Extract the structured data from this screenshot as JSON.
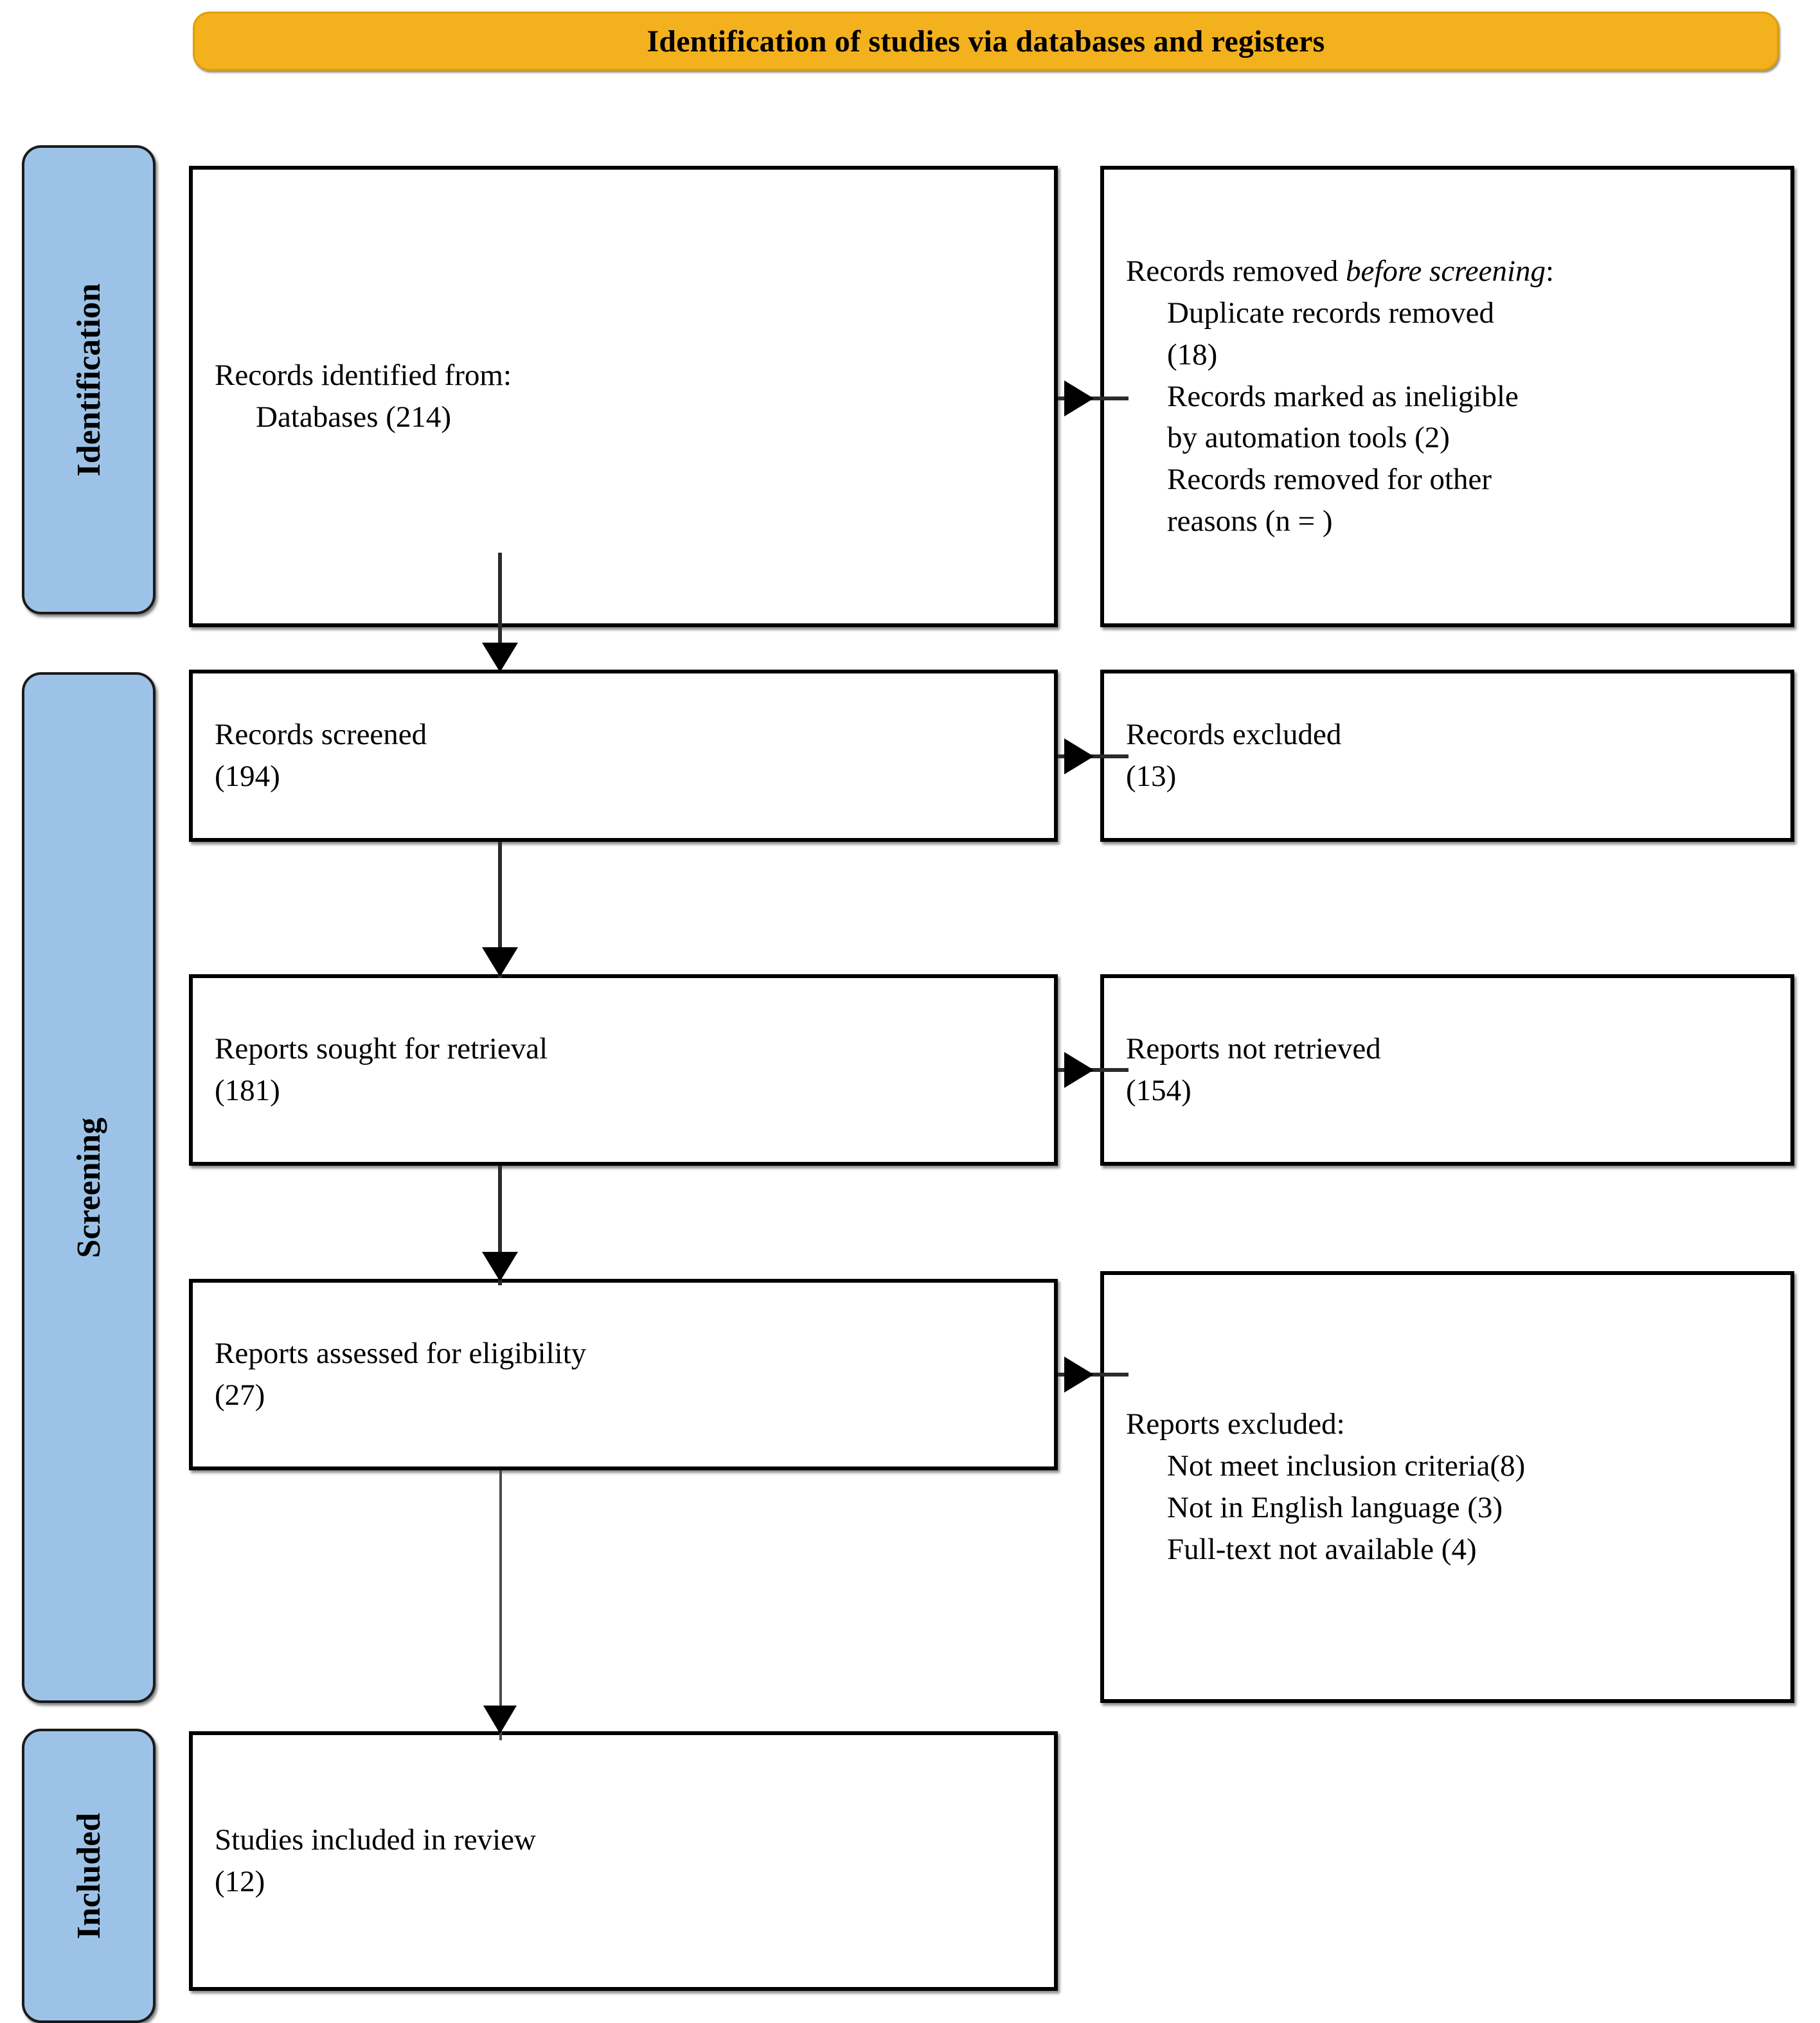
{
  "diagram": {
    "title": "Identification of studies via databases and registers",
    "colors": {
      "banner": "#F4B11E",
      "stage_label": "#9CC3E7",
      "box_border": "#000000",
      "connector": "#2b2b2b"
    }
  },
  "stages": [
    {
      "label": "Identification"
    },
    {
      "label": "Screening"
    },
    {
      "label": "Included"
    }
  ],
  "boxes": {
    "identified": {
      "line1": "Records identified from:",
      "line2": "Databases (214)"
    },
    "removed_before_screening": {
      "line1_prefix": "Records removed ",
      "line1_italic": "before screening",
      "line1_suffix": ":",
      "line2": "Duplicate records removed",
      "line3": "(18)",
      "line4": "Records marked as ineligible",
      "line5": "by automation tools (2)",
      "line6": "Records removed for other",
      "line7": "reasons (n = )"
    },
    "records_screened": {
      "line1": "Records screened",
      "line2": "(194)"
    },
    "records_excluded": {
      "line1": "Records excluded",
      "line2": "(13)"
    },
    "reports_sought": {
      "line1": "Reports sought for retrieval",
      "line2": "(181)"
    },
    "reports_not_retrieved": {
      "line1": "Reports not retrieved",
      "line2": "(154)"
    },
    "reports_assessed": {
      "line1": "Reports assessed for eligibility",
      "line2": "(27)"
    },
    "reports_excluded": {
      "line1": "Reports excluded:",
      "line2": "Not meet inclusion criteria(8)",
      "line3": "Not in English language (3)",
      "line4": "Full-text not available (4)"
    },
    "studies_included": {
      "line1": "Studies included in review",
      "line2": "(12)"
    }
  },
  "chart_data": {
    "type": "diagram",
    "title": "Identification of studies via databases and registers",
    "flow": [
      {
        "stage": "Identification",
        "node": "Records identified from: Databases",
        "n": 214
      },
      {
        "stage": "Identification",
        "node": "Duplicate records removed",
        "n": 18
      },
      {
        "stage": "Identification",
        "node": "Records marked as ineligible by automation tools",
        "n": 2
      },
      {
        "stage": "Identification",
        "node": "Records removed for other reasons",
        "n": null
      },
      {
        "stage": "Screening",
        "node": "Records screened",
        "n": 194
      },
      {
        "stage": "Screening",
        "node": "Records excluded",
        "n": 13
      },
      {
        "stage": "Screening",
        "node": "Reports sought for retrieval",
        "n": 181
      },
      {
        "stage": "Screening",
        "node": "Reports not retrieved",
        "n": 154
      },
      {
        "stage": "Screening",
        "node": "Reports assessed for eligibility",
        "n": 27
      },
      {
        "stage": "Screening",
        "node": "Not meet inclusion criteria",
        "n": 8
      },
      {
        "stage": "Screening",
        "node": "Not in English language",
        "n": 3
      },
      {
        "stage": "Screening",
        "node": "Full-text not available",
        "n": 4
      },
      {
        "stage": "Included",
        "node": "Studies included in review",
        "n": 12
      }
    ]
  }
}
